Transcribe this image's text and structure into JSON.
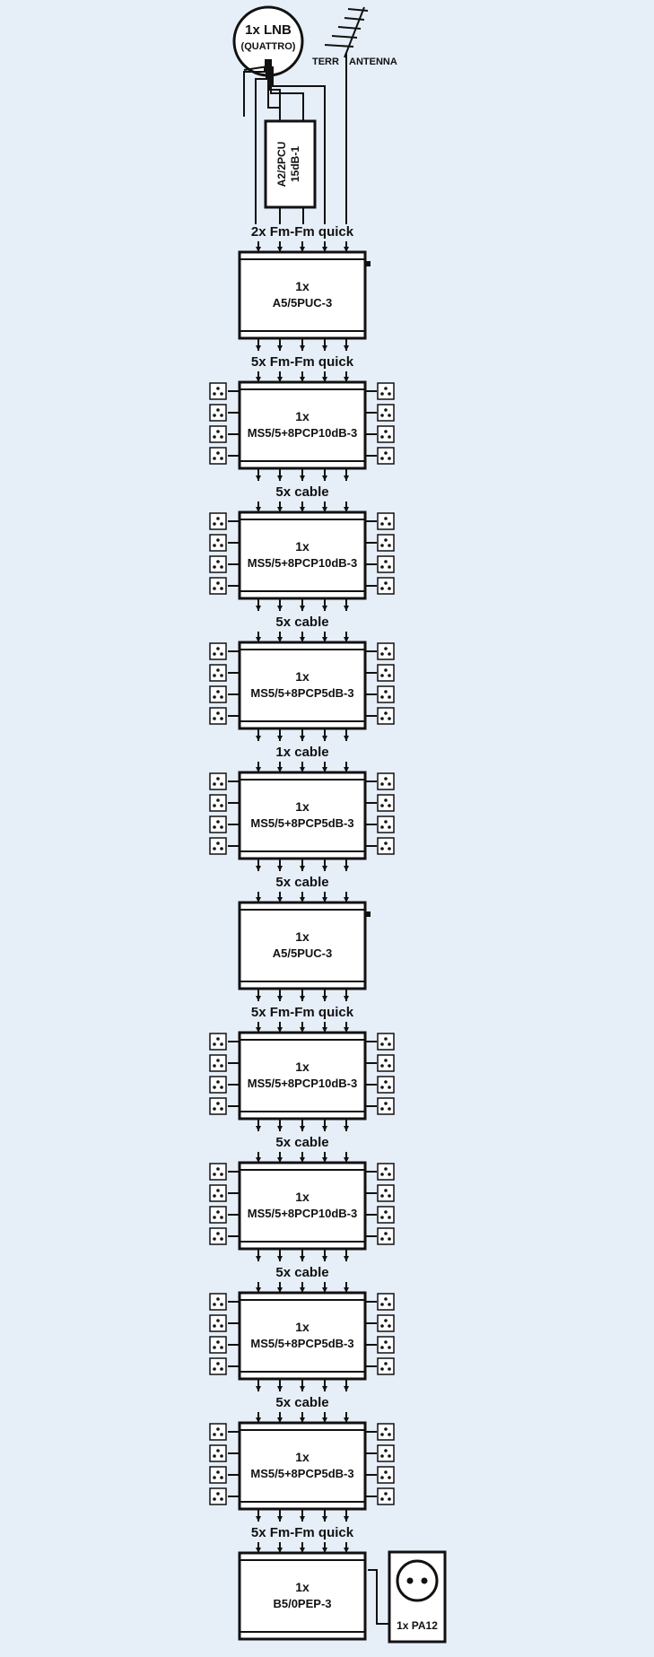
{
  "lnb": {
    "line1": "1x LNB",
    "line2": "(QUATTRO)"
  },
  "antenna": {
    "terr_label": "TERR",
    "antenna_label": "ANTENNA"
  },
  "amp_top": {
    "line1": "A2/2PCU",
    "line2": "15dB-1"
  },
  "devices": [
    {
      "label_above": "2x Fm-Fm quick",
      "count": "1x",
      "model": "A5/5PUC-3",
      "kind": "amplifier"
    },
    {
      "label_above": "5x Fm-Fm quick",
      "count": "1x",
      "model": "MS5/5+8PCP10dB-3",
      "kind": "multiswitch"
    },
    {
      "label_above": "5x cable",
      "count": "1x",
      "model": "MS5/5+8PCP10dB-3",
      "kind": "multiswitch"
    },
    {
      "label_above": "5x cable",
      "count": "1x",
      "model": "MS5/5+8PCP5dB-3",
      "kind": "multiswitch"
    },
    {
      "label_above": "1x cable",
      "count": "1x",
      "model": "MS5/5+8PCP5dB-3",
      "kind": "multiswitch"
    },
    {
      "label_above": "5x cable",
      "count": "1x",
      "model": "A5/5PUC-3",
      "kind": "amplifier"
    },
    {
      "label_above": "5x Fm-Fm quick",
      "count": "1x",
      "model": "MS5/5+8PCP10dB-3",
      "kind": "multiswitch"
    },
    {
      "label_above": "5x cable",
      "count": "1x",
      "model": "MS5/5+8PCP10dB-3",
      "kind": "multiswitch"
    },
    {
      "label_above": "5x cable",
      "count": "1x",
      "model": "MS5/5+8PCP5dB-3",
      "kind": "multiswitch"
    },
    {
      "label_above": "5x cable",
      "count": "1x",
      "model": "MS5/5+8PCP5dB-3",
      "kind": "multiswitch"
    },
    {
      "label_above": "5x Fm-Fm quick",
      "count": "1x",
      "model": "B5/0PEP-3",
      "kind": "terminator"
    }
  ],
  "power_supply": {
    "label": "1x PA12"
  }
}
